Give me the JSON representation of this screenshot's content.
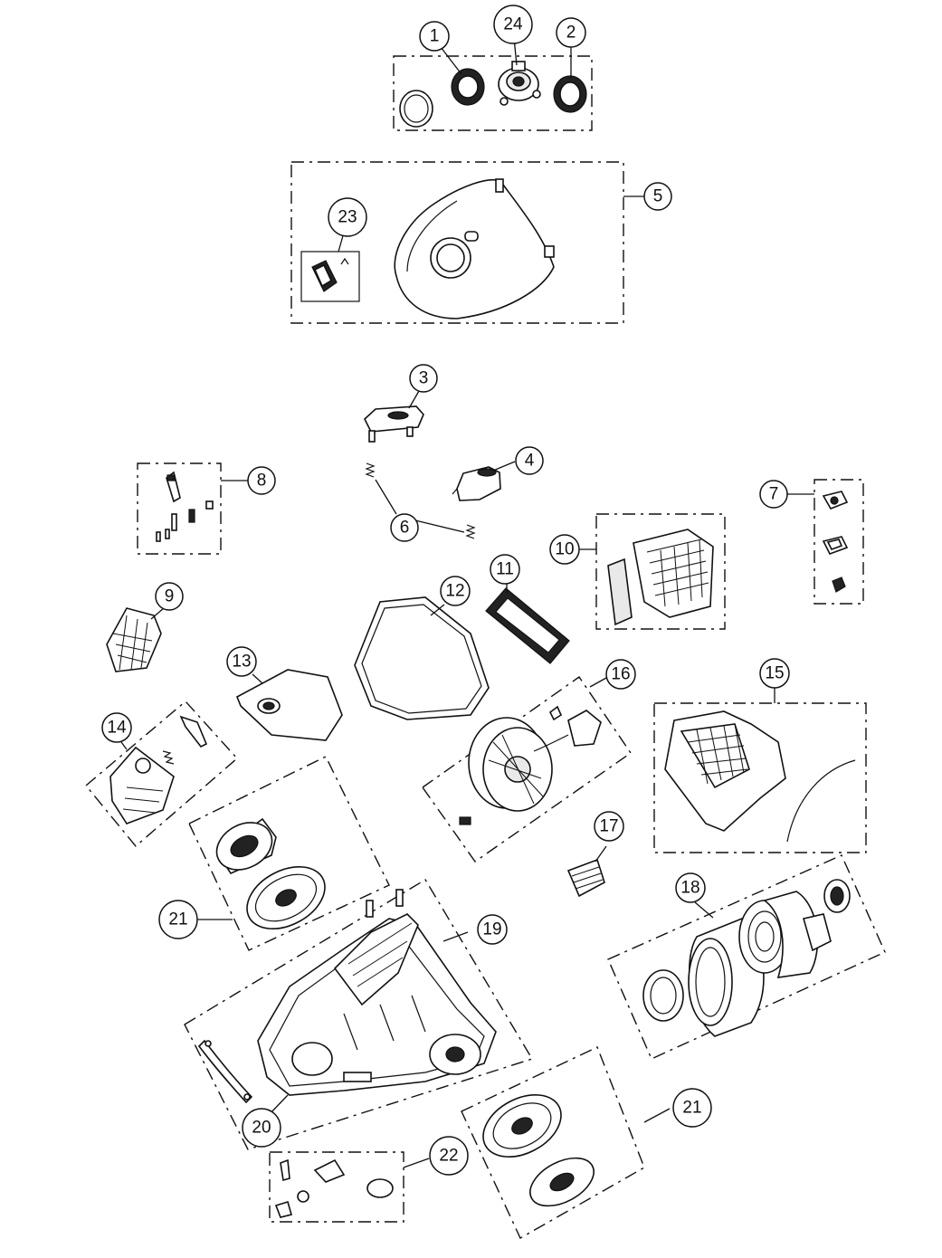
{
  "callouts": {
    "c1": "1",
    "c2": "2",
    "c3": "3",
    "c4": "4",
    "c5": "5",
    "c6": "6",
    "c7": "7",
    "c8": "8",
    "c9": "9",
    "c10": "10",
    "c11": "11",
    "c12": "12",
    "c13": "13",
    "c14": "14",
    "c15": "15",
    "c16": "16",
    "c17": "17",
    "c18": "18",
    "c19": "19",
    "c20": "20",
    "c21a": "21",
    "c21b": "21",
    "c22": "22",
    "c23": "23",
    "c24": "24"
  },
  "colors": {
    "line": "#111111",
    "background": "#ffffff"
  }
}
